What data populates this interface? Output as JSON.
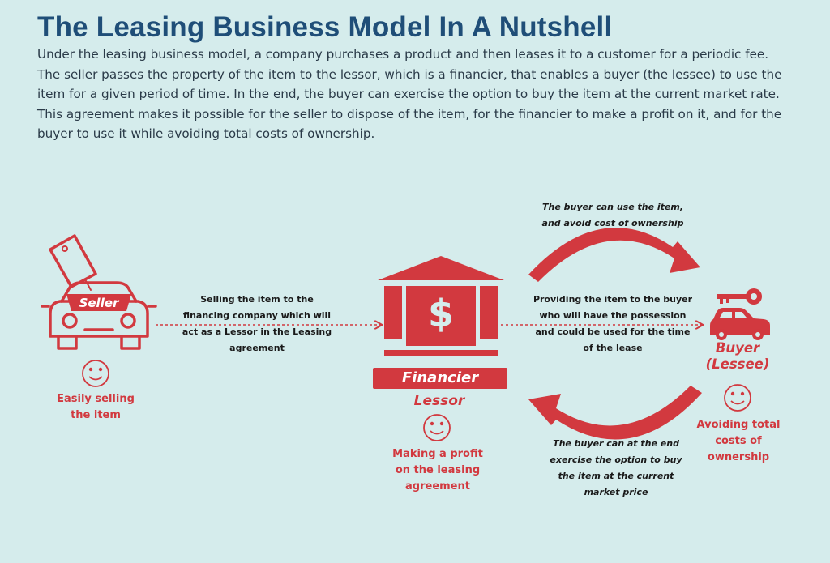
{
  "title": "The Leasing Business Model In A Nutshell",
  "intro": "Under the leasing business model, a company purchases a product and then leases it to a customer for a periodic fee. The seller passes the property of the item to the lessor, which is a financier, that enables a buyer (the lessee) to use the item for a given period of time. In the end, the buyer can exercise the option to buy the item at the current market rate. This agreement makes it possible for the seller to dispose of the item, for the financier to make a profit on it, and for the buyer to use it while avoiding total costs of ownership.",
  "seller": {
    "tag": "Seller",
    "benefit": "Easily selling the item"
  },
  "financier": {
    "banner": "Financier",
    "role": "Lessor",
    "symbol": "$",
    "benefit": "Making a profit on the leasing agreement"
  },
  "buyer": {
    "name": "Buyer (Lessee)",
    "benefit": "Avoiding total costs of ownership"
  },
  "arrows": {
    "seller_to_financier": "Selling the item to the financing company which will act as a Lessor in the Leasing agreement",
    "financier_to_buyer": "Providing the item to the buyer who will have the possession and could be used for the time of the lease",
    "top_curve": "The buyer can use the item, and avoid cost of ownership",
    "bottom_curve": "The buyer can at the end exercise the option to buy the item at the current market price"
  },
  "colors": {
    "background": "#d5ecec",
    "accent": "#d2393f",
    "title": "#1f4e78"
  }
}
